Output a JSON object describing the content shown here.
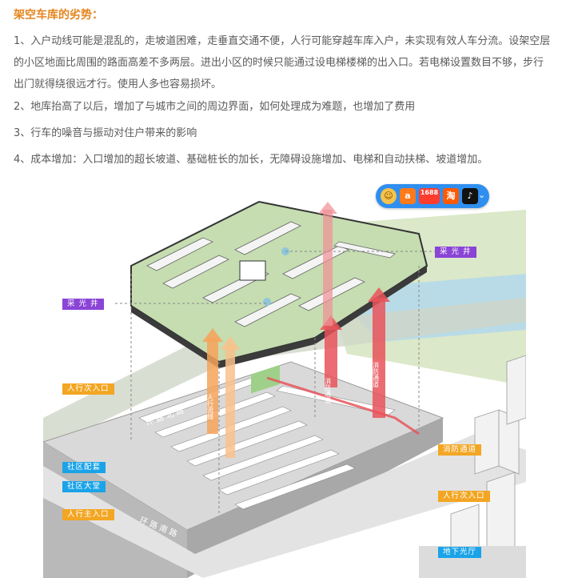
{
  "article": {
    "heading": "架空车库的劣势：",
    "paragraphs": [
      "1、入户动线可能是混乱的，走坡道困难，走垂直交通不便，人行可能穿越车库入户，未实现有效人车分流。设架空层的小区地面比周围的路面高差不多两层。进出小区的时候只能通过设电梯楼梯的出入口。若电梯设置数目不够，步行出门就得绕很远才行。使用人多也容易损坏。",
      "2、地库抬高了以后，增加了与城市之间的周边界面，如何处理成为难题，也增加了费用",
      "3、行车的噪音与振动对住户带来的影响",
      "4、成本增加：入口增加的超长坡道、基础桩长的加长，无障碍设施增加、电梯和自动扶梯、坡道增加。"
    ]
  },
  "diagram": {
    "labels": {
      "skylight_right": "采 光 井",
      "skylight_left": "采 光 井",
      "secondary_entrance_left": "人行次入口",
      "community_facility": "社区配套",
      "community_lobby": "社区大堂",
      "main_entrance": "人行主入口",
      "fire_lane_label": "消防通道",
      "secondary_entrance_right": "人行次入口",
      "underground_hall": "地下光厅",
      "fire_lane_vertical_a": "消防通道",
      "fire_lane_vertical_b": "消防通道",
      "pedestrian_vertical": "人行流线",
      "road_sign_a": "环 路 北 路",
      "road_sign_b": "环 路 南 路"
    },
    "colors": {
      "purple_tag": "#8a44d6",
      "orange_tag": "#f3a623",
      "blue_tag": "#1aa3e8",
      "fire_lane": "#e8545a",
      "pedestrian": "#f6a35a",
      "green_roof": "#b7d59a",
      "heading_color": "#e5861f"
    }
  },
  "toolbar": {
    "icons": [
      "avatar-icon",
      "alipay-icon",
      "1688-icon",
      "taobao-icon",
      "tiktok-icon"
    ],
    "icon_glyphs": [
      "☺",
      "a",
      "1688",
      "淘",
      "♪"
    ],
    "chevron": "⌄"
  }
}
